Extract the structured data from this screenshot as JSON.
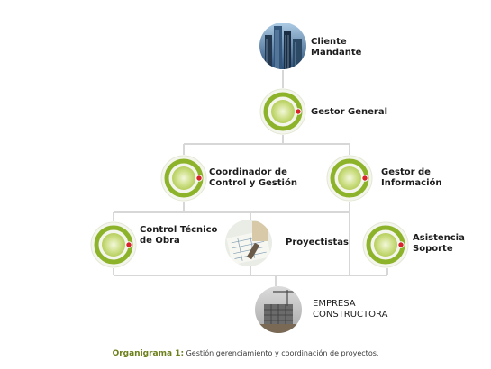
{
  "nodes": {
    "cliente": {
      "line1": "Cliente",
      "line2": "Mandante",
      "icon": "skyscraper-photo"
    },
    "gestor_general": {
      "line1": "Gestor General",
      "icon": "green-ring-icon"
    },
    "coordinador": {
      "line1": "Coordinador de",
      "line2": "Control y Gestión",
      "icon": "green-ring-icon"
    },
    "gestor_informacion": {
      "line1": "Gestor de",
      "line2": "Información",
      "icon": "green-ring-icon"
    },
    "control_tecnico": {
      "line1": "Control Técnico",
      "line2": "de Obra",
      "icon": "green-ring-icon"
    },
    "proyectistas": {
      "line1": "Proyectistas",
      "icon": "blueprint-photo"
    },
    "asistencia": {
      "line1": "Asistencia",
      "line2": "Soporte",
      "icon": "green-ring-icon"
    },
    "empresa": {
      "line1": "EMPRESA",
      "line2": "CONSTRUCTORA",
      "icon": "construction-site-photo"
    }
  },
  "caption": {
    "label": "Organigrama 1:",
    "text": "Gestión gerenciamiento y coordinación de proyectos."
  },
  "colors": {
    "ring_green": "#8db32a",
    "ring_light": "#cfe08a",
    "dot_red": "#d8232a",
    "line_gray": "#d7d7d7"
  }
}
